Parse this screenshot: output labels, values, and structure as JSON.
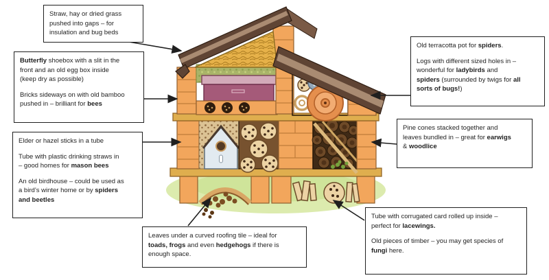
{
  "callouts": {
    "straw": {
      "lines": [
        [
          {
            "t": "Straw, hay or dried grass"
          }
        ],
        [
          {
            "t": "pushed into gaps – for"
          }
        ],
        [
          {
            "t": "insulation and bug beds"
          }
        ]
      ]
    },
    "butterfly_bricks": {
      "lines": [
        [
          {
            "t": "Butterfly",
            "b": true
          },
          {
            "t": " shoebox with a slit in the"
          }
        ],
        [
          {
            "t": "front and an old egg box inside"
          }
        ],
        [
          {
            "t": "(keep dry as possible)"
          }
        ],
        [],
        [
          {
            "t": "Bricks sideways on with old bamboo"
          }
        ],
        [
          {
            "t": "pushed in – brilliant for "
          },
          {
            "t": "bees",
            "b": true
          }
        ]
      ]
    },
    "sticks_birdhouse": {
      "lines": [
        [
          {
            "t": "Elder or hazel sticks in a tube"
          }
        ],
        [],
        [
          {
            "t": "Tube with plastic drinking straws in"
          }
        ],
        [
          {
            "t": "– good homes for "
          },
          {
            "t": "mason bees",
            "b": true
          }
        ],
        [],
        [
          {
            "t": "An old birdhouse – could be used as"
          }
        ],
        [
          {
            "t": "a bird’s winter home or by "
          },
          {
            "t": "spiders",
            "b": true
          }
        ],
        [
          {
            "t": "and beetles",
            "b": true
          }
        ]
      ]
    },
    "terracotta_logs": {
      "lines": [
        [
          {
            "t": "Old terracotta pot for "
          },
          {
            "t": "spiders",
            "b": true
          },
          {
            "t": "."
          }
        ],
        [],
        [
          {
            "t": "Logs with different sized holes in –"
          }
        ],
        [
          {
            "t": "wonderful for "
          },
          {
            "t": "ladybirds",
            "b": true
          },
          {
            "t": " and"
          }
        ],
        [
          {
            "t": "spiders",
            "b": true
          },
          {
            "t": " (surrounded by twigs for "
          },
          {
            "t": "all",
            "b": true
          }
        ],
        [
          {
            "t": "sorts of bugs!",
            "b": true
          },
          {
            "t": ")"
          }
        ]
      ]
    },
    "pine_cones": {
      "lines": [
        [
          {
            "t": "Pine cones stacked together and"
          }
        ],
        [
          {
            "t": "leaves bundled in – great for "
          },
          {
            "t": "earwigs",
            "b": true
          }
        ],
        [
          {
            "t": "& "
          },
          {
            "t": "woodlice",
            "b": true
          }
        ]
      ]
    },
    "tile_leaves": {
      "lines": [
        [
          {
            "t": "Leaves under a curved roofing tile – ideal for"
          }
        ],
        [
          {
            "t": "toads, frogs",
            "b": true
          },
          {
            "t": " and even "
          },
          {
            "t": "hedgehogs",
            "b": true
          },
          {
            "t": " if there is"
          }
        ],
        [
          {
            "t": "enough space."
          }
        ]
      ]
    },
    "lacewings_timber": {
      "lines": [
        [
          {
            "t": "Tube with corrugated card rolled up inside –"
          }
        ],
        [
          {
            "t": "perfect for "
          },
          {
            "t": "lacewings.",
            "b": true
          }
        ],
        [],
        [
          {
            "t": "Old pieces of timber – you may get species of"
          }
        ],
        [
          {
            "t": "fungi",
            "b": true
          },
          {
            "t": " here."
          }
        ]
      ]
    }
  },
  "colors": {
    "box_border": "#1f1f1f",
    "text": "#1f1f1f",
    "arrow": "#1f1f1f",
    "brick": "#f2a65c",
    "brick_line": "#c07c3a",
    "brick_stroke": "#8e5f2f",
    "roof_dark": "#5f4434",
    "roof_mid": "#7a5a46",
    "roof_light": "#a98b72",
    "straw": "#e6b149",
    "straw_line": "#a97a1f",
    "moss": "#a9b469",
    "shoebox": "#a55a79",
    "shoebox_lid": "#d3aab9",
    "shelf": "#dfae4e",
    "shelf_stroke": "#926526",
    "dark_panel": "#3c2817",
    "log_tan": "#ecd3a4",
    "log_dot": "#3f2715",
    "log_ring": "#6b4a28",
    "pot": "#e58f4d",
    "pot_dark": "#b4622a",
    "pot_light": "#f2ac72",
    "blue_log": "#93a7b8",
    "pebble_bg": "#dbc294",
    "pebble_dot": "#8f6b42",
    "birdhouse": "#e2eaf0",
    "birdhouse_stroke": "#5f6f7d",
    "birdhouse_roof": "#4a3a2e",
    "pinecone_bg": "#3f2a16",
    "pinecone": "#6e4a28",
    "pinecone_dark": "#503218",
    "stick": "#dcb97c",
    "sprig": "#76a23c",
    "grass": "#dcebae",
    "grass_dark": "#cfe49a",
    "tile": "#d9a765",
    "tile_line": "#8d5c2c",
    "leaf_brown": "#7c4d22"
  }
}
